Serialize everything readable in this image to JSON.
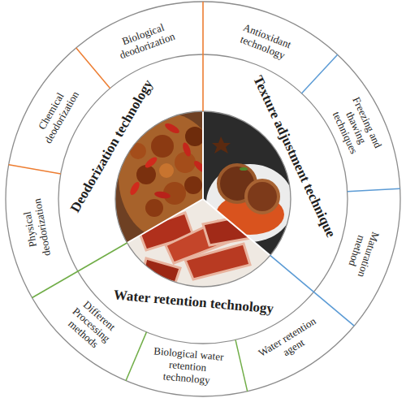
{
  "diagram": {
    "nodes": [
      {
        "text": [
          "Deodorization technology"
        ]
      },
      {
        "text": [
          "Texture adjustment technique"
        ]
      },
      {
        "text": [
          "Water retention technology"
        ]
      },
      {
        "text": [
          "Biological deodorization"
        ]
      },
      {
        "text": [
          "Chemical deodorization"
        ]
      },
      {
        "text": [
          "Physical deodorization"
        ]
      },
      {
        "text": [
          "Antioxidant technology"
        ]
      },
      {
        "text": [
          "Freezing and thawing techniques"
        ]
      },
      {
        "text": [
          "Maturation method"
        ]
      },
      {
        "text": [
          "Water retention agent"
        ]
      },
      {
        "text": [
          "Biological water retention technology"
        ]
      },
      {
        "text": [
          "Different Processing methods"
        ]
      }
    ]
  }
}
